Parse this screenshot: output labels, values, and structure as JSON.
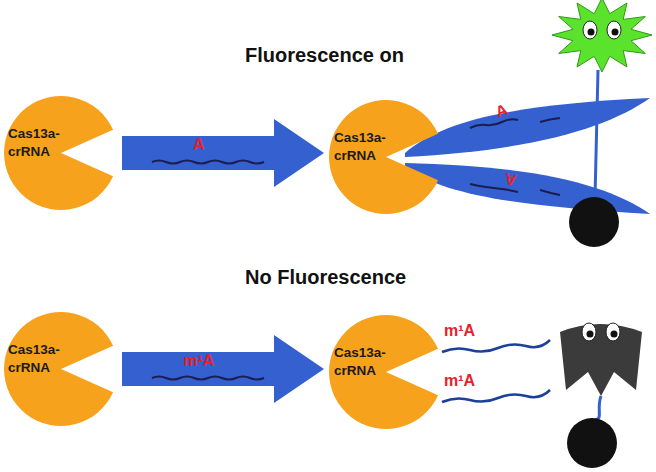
{
  "diagram": {
    "nodes": [
      {
        "text": [
          "Cas13a- crRNA"
        ]
      },
      {
        "text": [
          "Cas13a- crRNA"
        ]
      },
      {
        "text": [
          "Cas13a- crRNA"
        ]
      },
      {
        "text": [
          "Cas13a- crRNA"
        ]
      }
    ],
    "edges": [
      {
        "from": 0,
        "to": 1,
        "arrow": "to",
        "label": "A"
      },
      {
        "from": 2,
        "to": 3,
        "arrow": "to",
        "label": "m¹A"
      }
    ],
    "labels": [
      "Fluorescence on",
      "A",
      "A",
      "No Fluorescence",
      "m¹A",
      "m¹A"
    ]
  }
}
